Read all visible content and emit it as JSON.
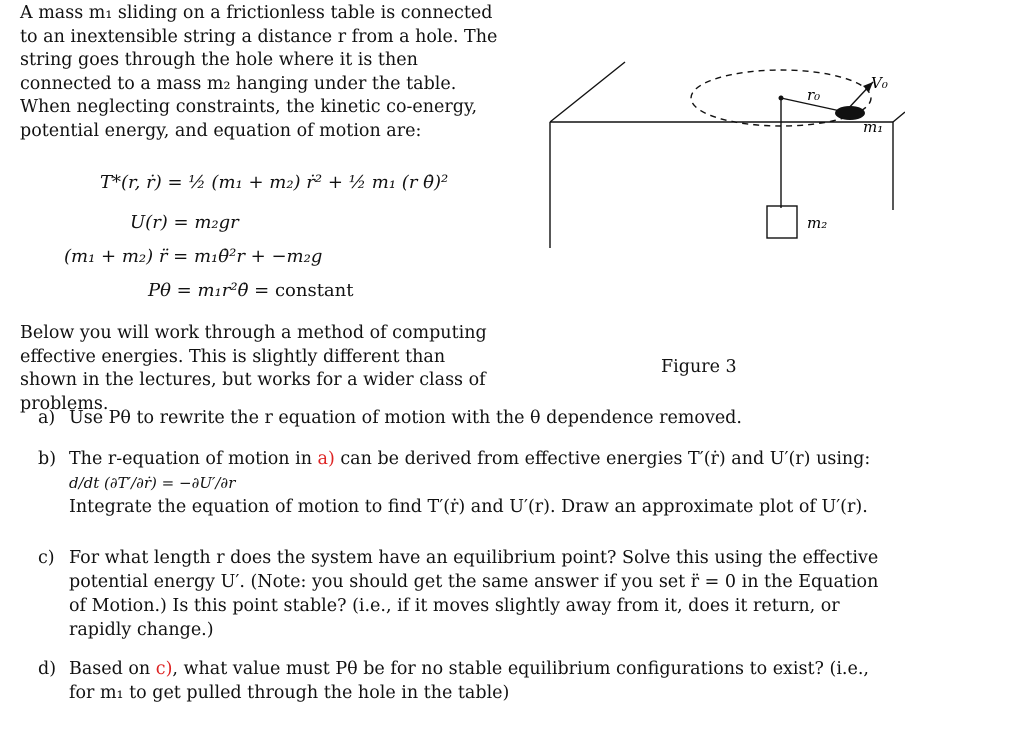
{
  "intro_text": "A mass m₁ sliding on a frictionless table is connected to an inextensible string a distance r from a hole. The string goes through the hole where it is then connected to a mass m₂ hanging under the table. When neglecting constraints, the kinetic co-energy, potential energy, and equation of motion are:",
  "equations": {
    "kinetic": "T*(r, ṙ) = ½ (m₁ + m₂) ṙ² + ½ m₁ (r θ̇)²",
    "potential": "U(r) = m₂gr",
    "motion": "(m₁ + m₂) r̈ = m₁θ̇²r + −m₂g",
    "momentum_lhs": "Pθ = m₁r²θ̇ = ",
    "momentum_rhs": "constant"
  },
  "below_text": "Below you will work through a method of computing effective energies. This is slightly different than shown in the lectures, but works for a wider class of problems.",
  "figure": {
    "caption": "Figure 3",
    "label_r0": "r₀",
    "label_v0": "V₀",
    "label_m1": "m₁",
    "label_m2": "m₂"
  },
  "questions": {
    "a": {
      "label": "a)",
      "text": "Use Pθ to rewrite the r equation of motion with the θ dependence removed."
    },
    "b": {
      "label": "b)",
      "line1_pre": "The r-equation of motion in ",
      "line1_ref": "a)",
      "line1_post": " can be derived from effective energies T′(ṙ) and U′(r) using:",
      "formula": "d/dt (∂T′/∂ṙ) = −∂U′/∂r",
      "line3": "Integrate the equation of motion to find T′(ṙ) and U′(r). Draw an approximate plot of U′(r)."
    },
    "c": {
      "label": "c)",
      "text": "For what length r does the system have an equilibrium point? Solve this using the effective potential energy U′. (Note: you should get the same answer if you set r̈ = 0 in the Equation of Motion.) Is this point stable? (i.e., if it moves slightly away from it, does it return, or rapidly change.)"
    },
    "d": {
      "label": "d)",
      "pre": "Based on ",
      "ref": "c)",
      "post": ", what value must Pθ be for no stable equilibrium configurations to exist? (i.e., for m₁ to get pulled through the hole in the table)"
    }
  }
}
